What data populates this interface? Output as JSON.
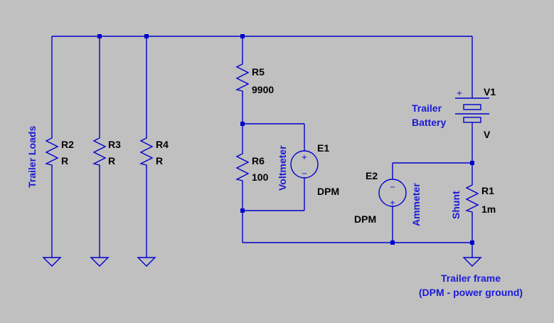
{
  "components": {
    "r2": {
      "name": "R2",
      "value": "R"
    },
    "r3": {
      "name": "R3",
      "value": "R"
    },
    "r4": {
      "name": "R4",
      "value": "R"
    },
    "r5": {
      "name": "R5",
      "value": "9900"
    },
    "r6": {
      "name": "R6",
      "value": "100"
    },
    "r1": {
      "name": "R1",
      "value": "1m"
    },
    "v1": {
      "name": "V1",
      "value": "V"
    },
    "e1": {
      "name": "E1",
      "value": "DPM"
    },
    "e2": {
      "name": "E2",
      "value": "DPM"
    }
  },
  "labels": {
    "trailer_loads": "Trailer Loads",
    "voltmeter": "Voltmeter",
    "ammeter": "Ammeter",
    "shunt": "Shunt",
    "battery_line1": "Trailer",
    "battery_line2": "Battery",
    "frame_line1": "Trailer frame",
    "frame_line2": "(DPM - power ground)"
  },
  "symbols": {
    "plus": "+",
    "minus": "−"
  },
  "colors": {
    "background": "#c0c0c0",
    "wire": "#0000cc",
    "net_label": "#1a1ad6",
    "component_text": "#000000"
  }
}
